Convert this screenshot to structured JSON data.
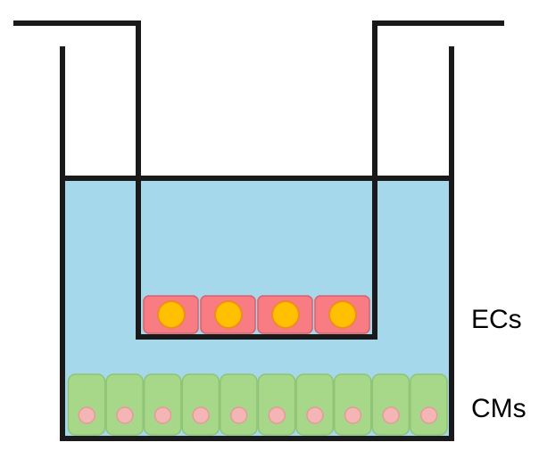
{
  "labels": {
    "ecs": "ECs",
    "cms": "CMs"
  },
  "cells": {
    "ec_count": 4,
    "cm_count": 10
  },
  "colors": {
    "medium": "#a4d8ea",
    "outline": "#1a1a1a",
    "ec_body": "#f87c84",
    "ec_border": "#d9606a",
    "ec_nucleus": "#ffc000",
    "ec_nucleus_ring": "#f08a24",
    "cm_body": "#a7d88a",
    "cm_border": "#8fc474",
    "cm_nucleus": "#f4b6b4",
    "cm_nucleus_ring": "#e49a98",
    "membrane": "#444444"
  }
}
